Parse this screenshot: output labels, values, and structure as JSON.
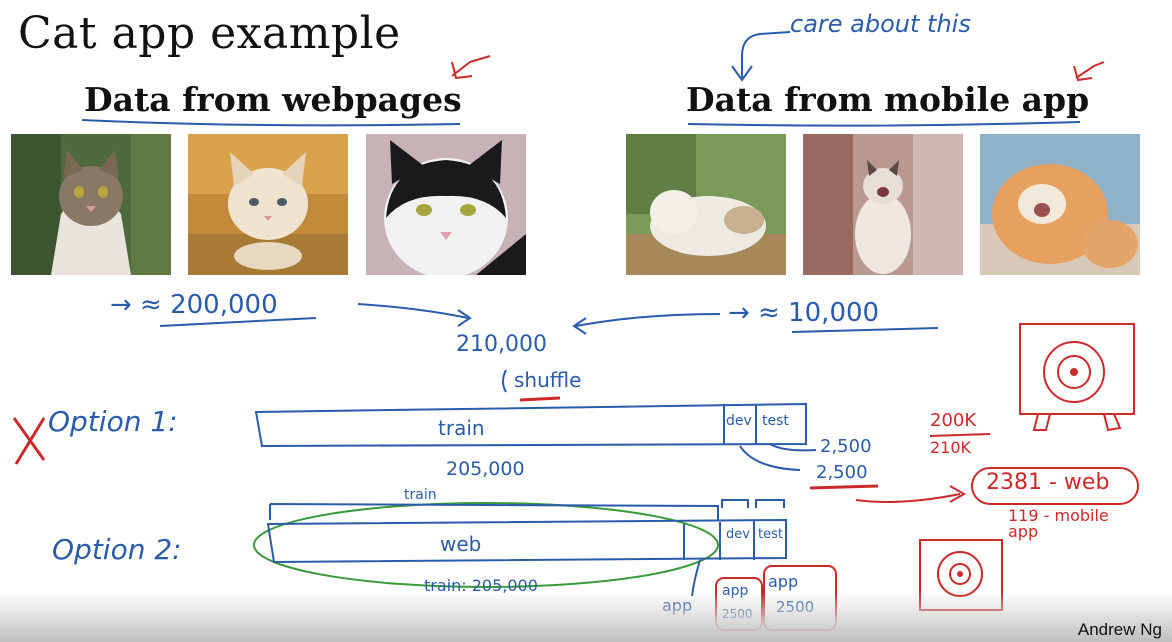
{
  "slide": {
    "title": "Cat app example",
    "credit": "Andrew Ng"
  },
  "sources": {
    "web": {
      "heading": "Data from webpages",
      "count": "→ ≈ 200,000"
    },
    "mobile": {
      "heading": "Data from mobile app",
      "count": "→ ≈ 10,000"
    }
  },
  "notes": {
    "care": "care about this",
    "total": "210,000",
    "shuffle": "shuffle",
    "option1": "Option 1:",
    "option2": "Option 2:",
    "train": "train",
    "dev": "dev",
    "test": "test",
    "web": "web",
    "opt1_total": "205,000",
    "dev_count": "2,500",
    "test_count": "2,500",
    "train_total": "train: 205,000",
    "app": "app",
    "app_dev": "2500",
    "app_test": "2500",
    "ratio_num": "200K",
    "ratio_den": "210K",
    "web_count": "2381 - web",
    "mobile_count": "119 - mobile app"
  },
  "colors": {
    "ink_blue": "#2a5caa",
    "ink_red": "#cc2a2a",
    "ink_green": "#3a9a3a"
  }
}
